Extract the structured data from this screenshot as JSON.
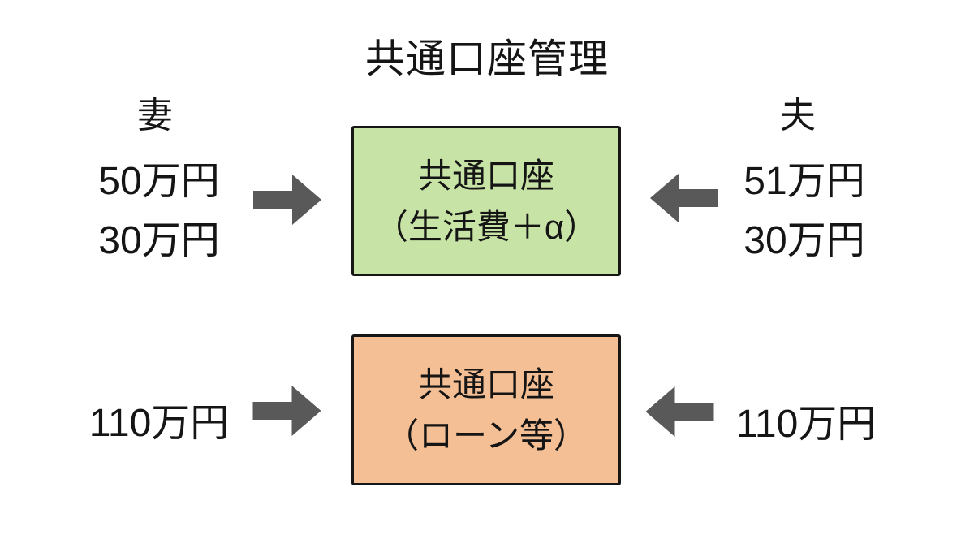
{
  "title": "共通口座管理",
  "left": {
    "label": "妻",
    "amounts": [
      "50万円",
      "30万円"
    ],
    "loan_amount": "110万円"
  },
  "right": {
    "label": "夫",
    "amounts": [
      "51万円",
      "30万円"
    ],
    "loan_amount": "110万円"
  },
  "boxes": {
    "living": {
      "line1": "共通口座",
      "line2": "（生活費＋α）"
    },
    "loan": {
      "line1": "共通口座",
      "line2": "（ローン等）"
    }
  },
  "icons": {
    "left_to_center": "arrow-right-icon",
    "right_to_center": "arrow-left-icon"
  },
  "colors": {
    "background": "#ffffff",
    "box_living_fill": "#c8e3a6",
    "box_loan_fill": "#f4bf94",
    "box_border": "#161616",
    "arrow_gray": "#595959",
    "text": "#151515"
  }
}
